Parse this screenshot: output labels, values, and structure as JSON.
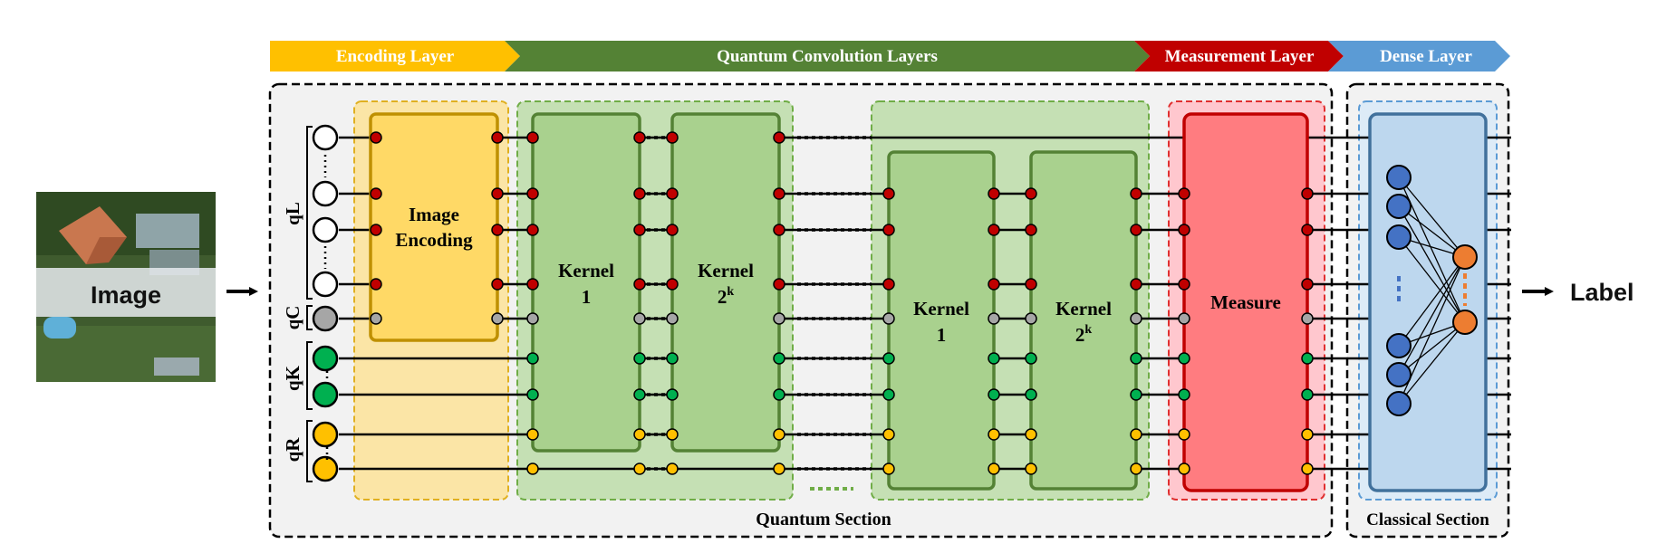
{
  "input": {
    "label": "Image"
  },
  "output": {
    "label": "Label"
  },
  "header_bands": [
    {
      "label": "Encoding Layer",
      "color": "#FFC000"
    },
    {
      "label": "Quantum Convolution Layers",
      "color": "#548235"
    },
    {
      "label": "Measurement Layer",
      "color": "#C00000"
    },
    {
      "label": "Dense Layer",
      "color": "#5B9BD5"
    }
  ],
  "qubit_groups": [
    {
      "label": "qL",
      "color": "#FFFFFF"
    },
    {
      "label": "qC",
      "color": "#A6A6A6"
    },
    {
      "label": "qK",
      "color": "#00B050"
    },
    {
      "label": "qR",
      "color": "#FFC000"
    }
  ],
  "blocks": {
    "encoding": {
      "label_line1": "Image",
      "label_line2": "Encoding"
    },
    "kernel_a1": {
      "label_line1": "Kernel",
      "label_line2": "1"
    },
    "kernel_a2": {
      "label_line1": "Kernel",
      "label_line2": "2",
      "label_sup": "k"
    },
    "kernel_b1": {
      "label_line1": "Kernel",
      "label_line2": "1"
    },
    "kernel_b2": {
      "label_line1": "Kernel",
      "label_line2": "2",
      "label_sup": "k"
    },
    "measure": {
      "label": "Measure"
    }
  },
  "sections": {
    "quantum": "Quantum Section",
    "classical": "Classical Section"
  },
  "colors": {
    "encoding_fill": "#FFD966",
    "kernel_fill": "#A9D18E",
    "measure_fill": "#FF7C80",
    "dense_fill": "#BDD7EE",
    "neuron_blue": "#4472C4",
    "neuron_orange": "#ED7D31"
  }
}
